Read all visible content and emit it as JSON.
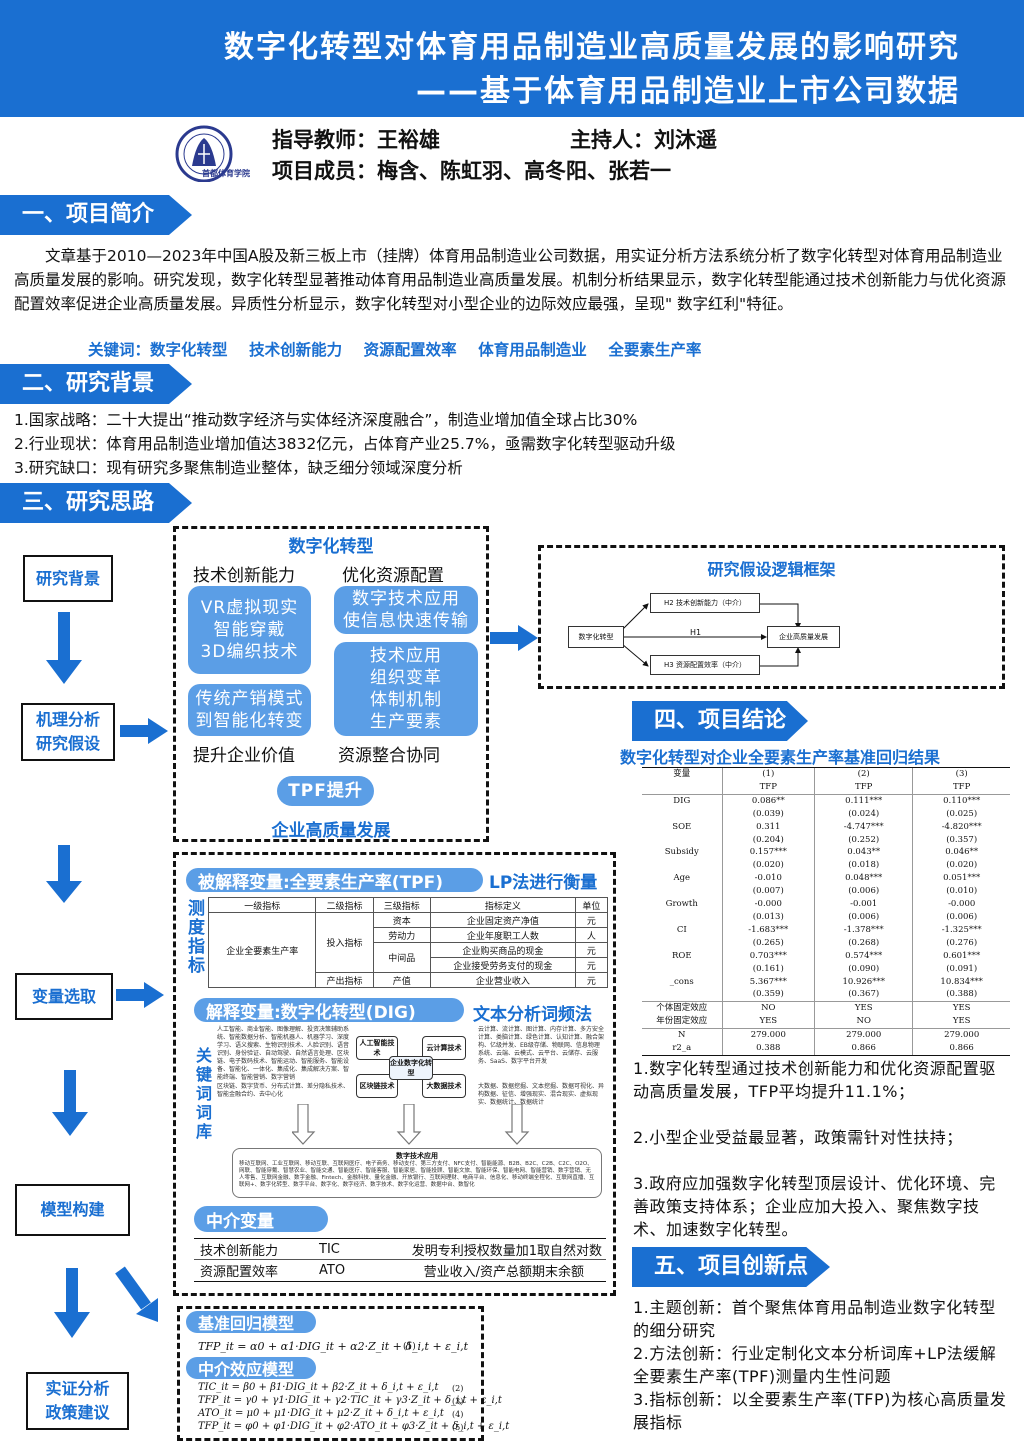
{
  "header": {
    "title1": "数字化转型对体育用品制造业高质量发展的影响研究",
    "title2": "——基于体育用品制造业上市公司数据"
  },
  "people": {
    "advisor": "指导教师：王裕雄",
    "host": "主持人：刘沐遥",
    "members": "项目成员：梅含、陈虹羽、高冬阳、张若一"
  },
  "logo": {
    "text": "首都体育学院"
  },
  "sections": {
    "s1": "一、项目简介",
    "s2": "二、研究背景",
    "s3": "三、研究思路",
    "s4": "四、项目结论",
    "s5": "五、项目创新点"
  },
  "intro": {
    "para": "文章基于2010—2023年中国A股及新三板上市（挂牌）体育用品制造业公司数据，用实证分析方法系统分析了数字化转型对体育用品制造业高质量发展的影响。研究发现，数字化转型显著推动体育用品制造业高质量发展。机制分析结果显示，数字化转型能通过技术创新能力与优化资源配置效率促进企业高质量发展。异质性分析显示，数字化转型对小型企业的边际效应最强，呈现\" 数字红利\"特征。",
    "keywords": "关键词：数字化转型    技术创新能力    资源配置效率    体育用品制造业    全要素生产率"
  },
  "background": [
    "1.国家战略：二十大提出“推动数字经济与实体经济深度融合”，制造业增加值全球占比30%",
    "2.行业现状：体育用品制造业增加值达3832亿元，占体育产业25.7%，亟需数字化转型驱动升级",
    "3.研究缺口：现有研究多聚焦制造业整体，缺乏细分领域深度分析"
  ],
  "flow": {
    "steps": [
      "研究背景",
      "机理分析\n研究假设",
      "变量选取",
      "模型构建",
      "实证分析\n政策建议"
    ]
  },
  "mech": {
    "title": "数字化转型",
    "left_h": "技术创新能力",
    "right_h": "优化资源配置",
    "p1": "VR虚拟现实\n智能穿戴\n3D编织技术",
    "p2": "传统产销模式\n到智能化转变",
    "p3": "数字技术应用\n使信息快速传输",
    "p4": "技术应用\n组织变革\n体制机制\n生产要素",
    "left_f": "提升企业价值",
    "right_f": "资源整合协同",
    "tpf": "TPF提升",
    "bottom": "企业高质量发展"
  },
  "hyp": {
    "title": "研究假设逻辑框架",
    "dig": "数字化转型",
    "h1": "H1",
    "h2": "H2 技术创新能力（中介）",
    "h3": "H3 资源配置效率（中介）",
    "out": "企业高质量发展"
  },
  "vars": {
    "explained": "被解释变量:全要素生产率(TPF)",
    "lp": "LP法进行衡量",
    "measure": "测\n度\n指\n标",
    "tbl_head": [
      "一级指标",
      "二级指标",
      "三级指标",
      "指标定义",
      "单位"
    ],
    "tbl_first": "企业全要素生产率",
    "tbl_input": "投入指标",
    "tbl_output": "产出指标",
    "tbl_mid": "中间品",
    "rows": [
      [
        "资本",
        "企业固定资产净值",
        "元"
      ],
      [
        "劳动力",
        "企业年度职工人数",
        "人"
      ],
      [
        "",
        "企业购买商品的现金",
        "元"
      ],
      [
        "",
        "企业接受劳务支付的现金",
        "元"
      ],
      [
        "产值",
        "企业营业收入",
        "元"
      ]
    ],
    "explain": "解释变量:数字化转型(DIG)",
    "textmethod": "文本分析词频法",
    "kwlib": "关\n键\n词\n词\n库",
    "mediators": "中介变量",
    "med_rows": [
      [
        "技术创新能力",
        "TIC",
        "发明专利授权数量加1取自然对数"
      ],
      [
        "资源配置效率",
        "ATO",
        "营业收入/资产总额期末余额"
      ]
    ],
    "words1": "人工智能、商业智能、图像理解、投资决策辅助系统、智能数据分析、智能机器人、机器学习、深度学习、语义搜索、生物识别技术、人脸识别、语音识别、身份验证、自动驾驶、自然语言处理、区块链、电子数码技术、智能运动、智能服务、智能设备、智能化、一体化、集成化、集成解决方案、智能终端、智能营销、数字营销",
    "words2": "云计算、流计算、图计算、内存计算、多方安全计算、类脑计算、绿色计算、认知计算、融合架构、亿级并发、EB级存储、物联网、信息物理系统、云端、云模式、云平台、云储存、云服务、SaaS、数字平台开发",
    "words3": "区块链、数字货币、分布式计算、差分隐私技术、智能金融合约、去中心化",
    "words4": "大数据、数据挖掘、文本挖掘、数据可视化、异构数据、征信、增强现实、混合现实、虚拟现实、数据统计、数据统计",
    "center_nodes": [
      "人工智能技术",
      "云计算技术",
      "区块链技术",
      "大数据技术"
    ],
    "center": "企业数字化转型",
    "app_title": "数字技术应用",
    "app_text": "移动互联网、工业互联网、移动互联、互联网医疗、电子商务、移动支付、第三方支付、NFC支付、智能能源、B2B、B2C、C2B、C2C、O2O、网联、智能穿戴、智慧农业、智能交通、智能医疗、智能客服、智能家居、智能投顾、智能文旅、智能环保、智能电网、智能营销、数字营销、无人零售、互联网金融、数字金融、Fintech、金融科技、量化金融、开放银行、互联网理财、电商平台、信息化、移动终端全程化、互联网直播、互联网+、数字化转型、数字平台、数字化、数字经济、数字技术、数字化运营、数据中台、数智化"
  },
  "models": {
    "base": "基准回归模型",
    "mediation": "中介效应模型",
    "eq1": "TFP_it = α0 + α1·DIG_it + α2·Z_it + δ_i,t + ε_i,t",
    "eq2": "TIC_it = β0 + β1·DIG_it + β2·Z_it + δ_i,t + ε_i,t",
    "eq3": "TFP_it = γ0 + γ1·DIG_it + γ2·TIC_it + γ3·Z_it + δ_i,t + ε_i,t",
    "eq4": "ATO_it = μ0 + μ1·DIG_it + μ2·Z_it + δ_i,t + ε_i,t",
    "eq5": "TFP_it = φ0 + φ1·DIG_it + φ2·ATO_it + φ3·Z_it + δ_i,t + ε_i,t",
    "n1": "(1)",
    "n2": "(2)",
    "n3": "(3)",
    "n4": "(4)",
    "n5": "(5)"
  },
  "regression": {
    "title": "数字化转型对企业全要素生产率基准回归结果",
    "head": [
      "变量",
      "(1)",
      "(2)",
      "(3)"
    ],
    "sub": [
      "",
      "TFP",
      "TFP",
      "TFP"
    ],
    "rows": [
      [
        "DIG",
        "0.086**",
        "0.111***",
        "0.110***"
      ],
      [
        "",
        "(0.039)",
        "(0.024)",
        "(0.025)"
      ],
      [
        "SOE",
        "0.311",
        "-4.747***",
        "-4.820***"
      ],
      [
        "",
        "(0.204)",
        "(0.252)",
        "(0.357)"
      ],
      [
        "Subsidy",
        "0.157***",
        "0.043**",
        "0.046**"
      ],
      [
        "",
        "(0.020)",
        "(0.018)",
        "(0.020)"
      ],
      [
        "Age",
        "-0.010",
        "0.048***",
        "0.051***"
      ],
      [
        "",
        "(0.007)",
        "(0.006)",
        "(0.010)"
      ],
      [
        "Growth",
        "-0.000",
        "-0.001",
        "-0.000"
      ],
      [
        "",
        "(0.013)",
        "(0.006)",
        "(0.006)"
      ],
      [
        "CI",
        "-1.683***",
        "-1.378***",
        "-1.325***"
      ],
      [
        "",
        "(0.265)",
        "(0.268)",
        "(0.276)"
      ],
      [
        "ROE",
        "0.703***",
        "0.574***",
        "0.601***"
      ],
      [
        "",
        "(0.161)",
        "(0.090)",
        "(0.091)"
      ],
      [
        "_cons",
        "5.367***",
        "10.926***",
        "10.834***"
      ],
      [
        "",
        "(0.359)",
        "(0.367)",
        "(0.388)"
      ],
      [
        "个体固定效应",
        "NO",
        "YES",
        "YES"
      ],
      [
        "年份固定效应",
        "YES",
        "NO",
        "YES"
      ],
      [
        "N",
        "279.000",
        "279.000",
        "279.000"
      ],
      [
        "r2_a",
        "0.388",
        "0.866",
        "0.866"
      ]
    ]
  },
  "conclusions": [
    "1.数字化转型通过技术创新能力和优化资源配置驱动高质量发展，TFP平均提升11.1%；",
    "2.小型企业受益最显著，政策需针对性扶持；",
    "3.政府应加强数字化转型顶层设计、优化环境、完善政策支持体系；企业应加大投入、聚焦数字技术、加速数字化转型。"
  ],
  "innovations": [
    "1.主题创新：首个聚焦体育用品制造业数字化转型的细分研究",
    "2.方法创新：行业定制化文本分析词库+LP法缓解全要素生产率(TPF)测量内生性问题",
    "3.指标创新：以全要素生产率(TFP)为核心高质量发展指标"
  ]
}
